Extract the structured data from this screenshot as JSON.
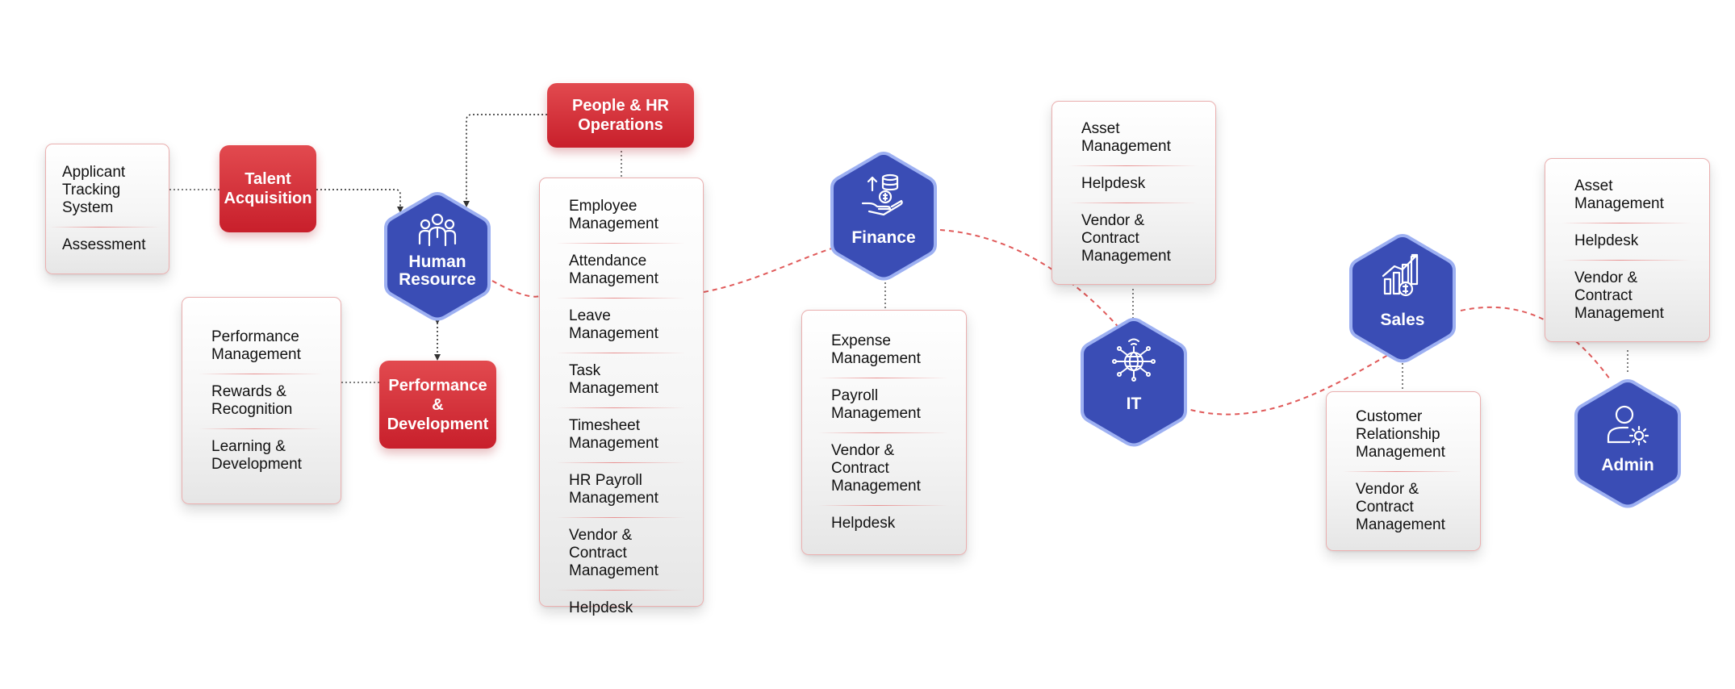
{
  "colors": {
    "hex_fill": "#3a4db5",
    "hex_border": "#9db0f2",
    "red_box": "#d32f37",
    "dashed_line": "#e05a5a",
    "dotted_line": "#333333"
  },
  "nodes": {
    "talent_acquisition": "Talent\nAcquisition",
    "people_hr_operations": "People & HR\nOperations",
    "performance_development": "Performance\n&\nDevelopment",
    "human_resource": {
      "label": "Human\nResource",
      "icon": "team-icon"
    },
    "finance": {
      "label": "Finance",
      "icon": "hand-money-icon"
    },
    "it": {
      "label": "IT",
      "icon": "network-globe-icon"
    },
    "sales": {
      "label": "Sales",
      "icon": "growth-chart-icon"
    },
    "admin": {
      "label": "Admin",
      "icon": "user-gear-icon"
    }
  },
  "lists": {
    "talent_acquisition": [
      "Applicant\nTracking\nSystem",
      "Assessment"
    ],
    "performance_development": [
      "Performance\nManagement",
      "Rewards &\nRecognition",
      "Learning &\nDevelopment"
    ],
    "people_hr_operations": [
      "Employee\nManagement",
      "Attendance\nManagement",
      "Leave\nManagement",
      "Task\nManagement",
      "Timesheet\nManagement",
      "HR Payroll\nManagement",
      "Vendor &\nContract\nManagement",
      "Helpdesk"
    ],
    "finance": [
      "Expense\nManagement",
      "Payroll\nManagement",
      "Vendor &\nContract\nManagement",
      "Helpdesk"
    ],
    "it": [
      "Asset\nManagement",
      "Helpdesk",
      "Vendor &\nContract\nManagement"
    ],
    "sales": [
      "Customer\nRelationship\nManagement",
      "Vendor &\nContract\nManagement"
    ],
    "admin": [
      "Asset\nManagement",
      "Helpdesk",
      "Vendor &\nContract\nManagement"
    ]
  }
}
